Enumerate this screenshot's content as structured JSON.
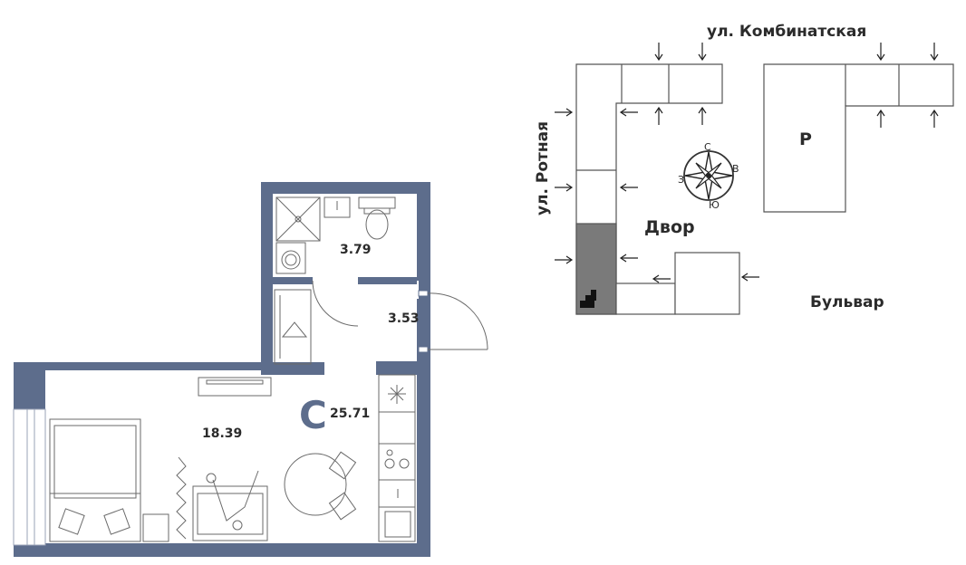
{
  "plan": {
    "areas": {
      "bathroom": "3.79",
      "hallway": "3.53",
      "living": "18.39",
      "total": "25.71"
    },
    "type_letter": "C"
  },
  "site": {
    "streets": {
      "north": "ул. Комбинатская",
      "west": "ул. Ротная",
      "east": "Бульвар"
    },
    "courtyard": "Двор",
    "parking": "Р",
    "compass": {
      "n": "С",
      "e": "В",
      "s": "Ю",
      "w": "З"
    }
  },
  "colors": {
    "wall": "#5d6d8c",
    "highlight": "#7a7a7a",
    "text": "#2b2b2b"
  }
}
